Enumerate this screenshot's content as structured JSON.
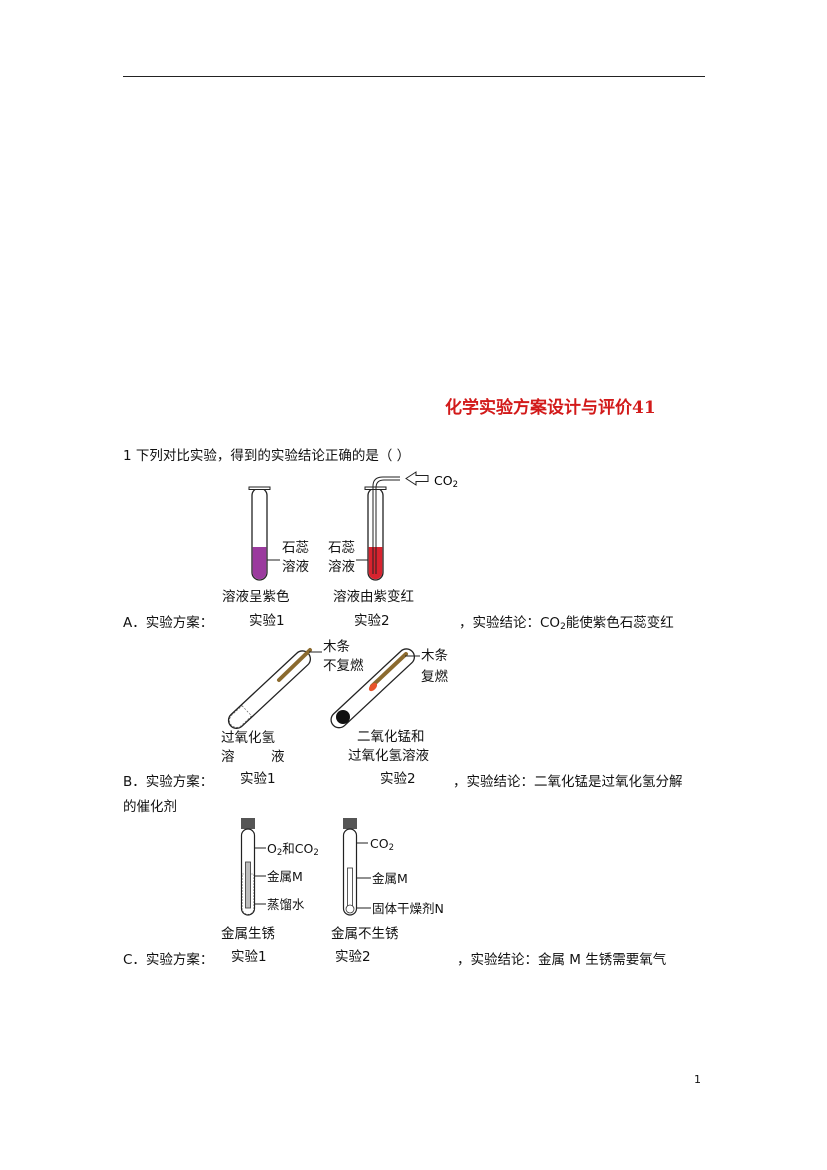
{
  "title": "化学实验方案设计与评价41",
  "question": {
    "stem": "1 下列对比实验，得到的实验结论正确的是（ ）",
    "options": [
      {
        "prefix": "A．实验方案：",
        "conclusion_pre": "，实验结论：CO",
        "conclusion_sub": "2",
        "conclusion_post": "能使紫色石蕊变红",
        "exp1": {
          "label": "实验1",
          "caption": "溶液呈紫色",
          "line1": "石蕊",
          "line2": "溶液",
          "liquid_color": "#9b3a9e"
        },
        "exp2": {
          "label": "实验2",
          "caption": "溶液由紫变红",
          "line1": "石蕊",
          "line2": "溶液",
          "liquid_color": "#d8232f",
          "gas": "CO",
          "gas_sub": "2"
        }
      },
      {
        "prefix": "B．实验方案：",
        "conclusion": "，实验结论：二氧化锰是过氧化氢分解",
        "conclusion_cont": "的催化剂",
        "exp1": {
          "label": "实验1",
          "stick_line1": "木条",
          "stick_line2": "不复燃",
          "caption_line1": "过氧化氢",
          "caption_line2a": "溶",
          "caption_line2b": "液"
        },
        "exp2": {
          "label": "实验2",
          "stick_line1": "木条",
          "stick_line2": "复燃",
          "caption_line1": "二氧化锰和",
          "caption_line2": "过氧化氢溶液"
        }
      },
      {
        "prefix": "C．实验方案：",
        "conclusion": "，实验结论：金属 M 生锈需要氧气",
        "exp1": {
          "label": "实验1",
          "caption": "金属生锈",
          "gas_main": "O",
          "gas_sub": "2",
          "gas_rest": "和CO",
          "gas_sub2": "2",
          "metal": "金属M",
          "water": "蒸馏水"
        },
        "exp2": {
          "label": "实验2",
          "caption": "金属不生锈",
          "gas": "CO",
          "gas_sub": "2",
          "metal": "金属M",
          "dryer": "固体干燥剂N"
        }
      }
    ]
  },
  "page_number": "1"
}
